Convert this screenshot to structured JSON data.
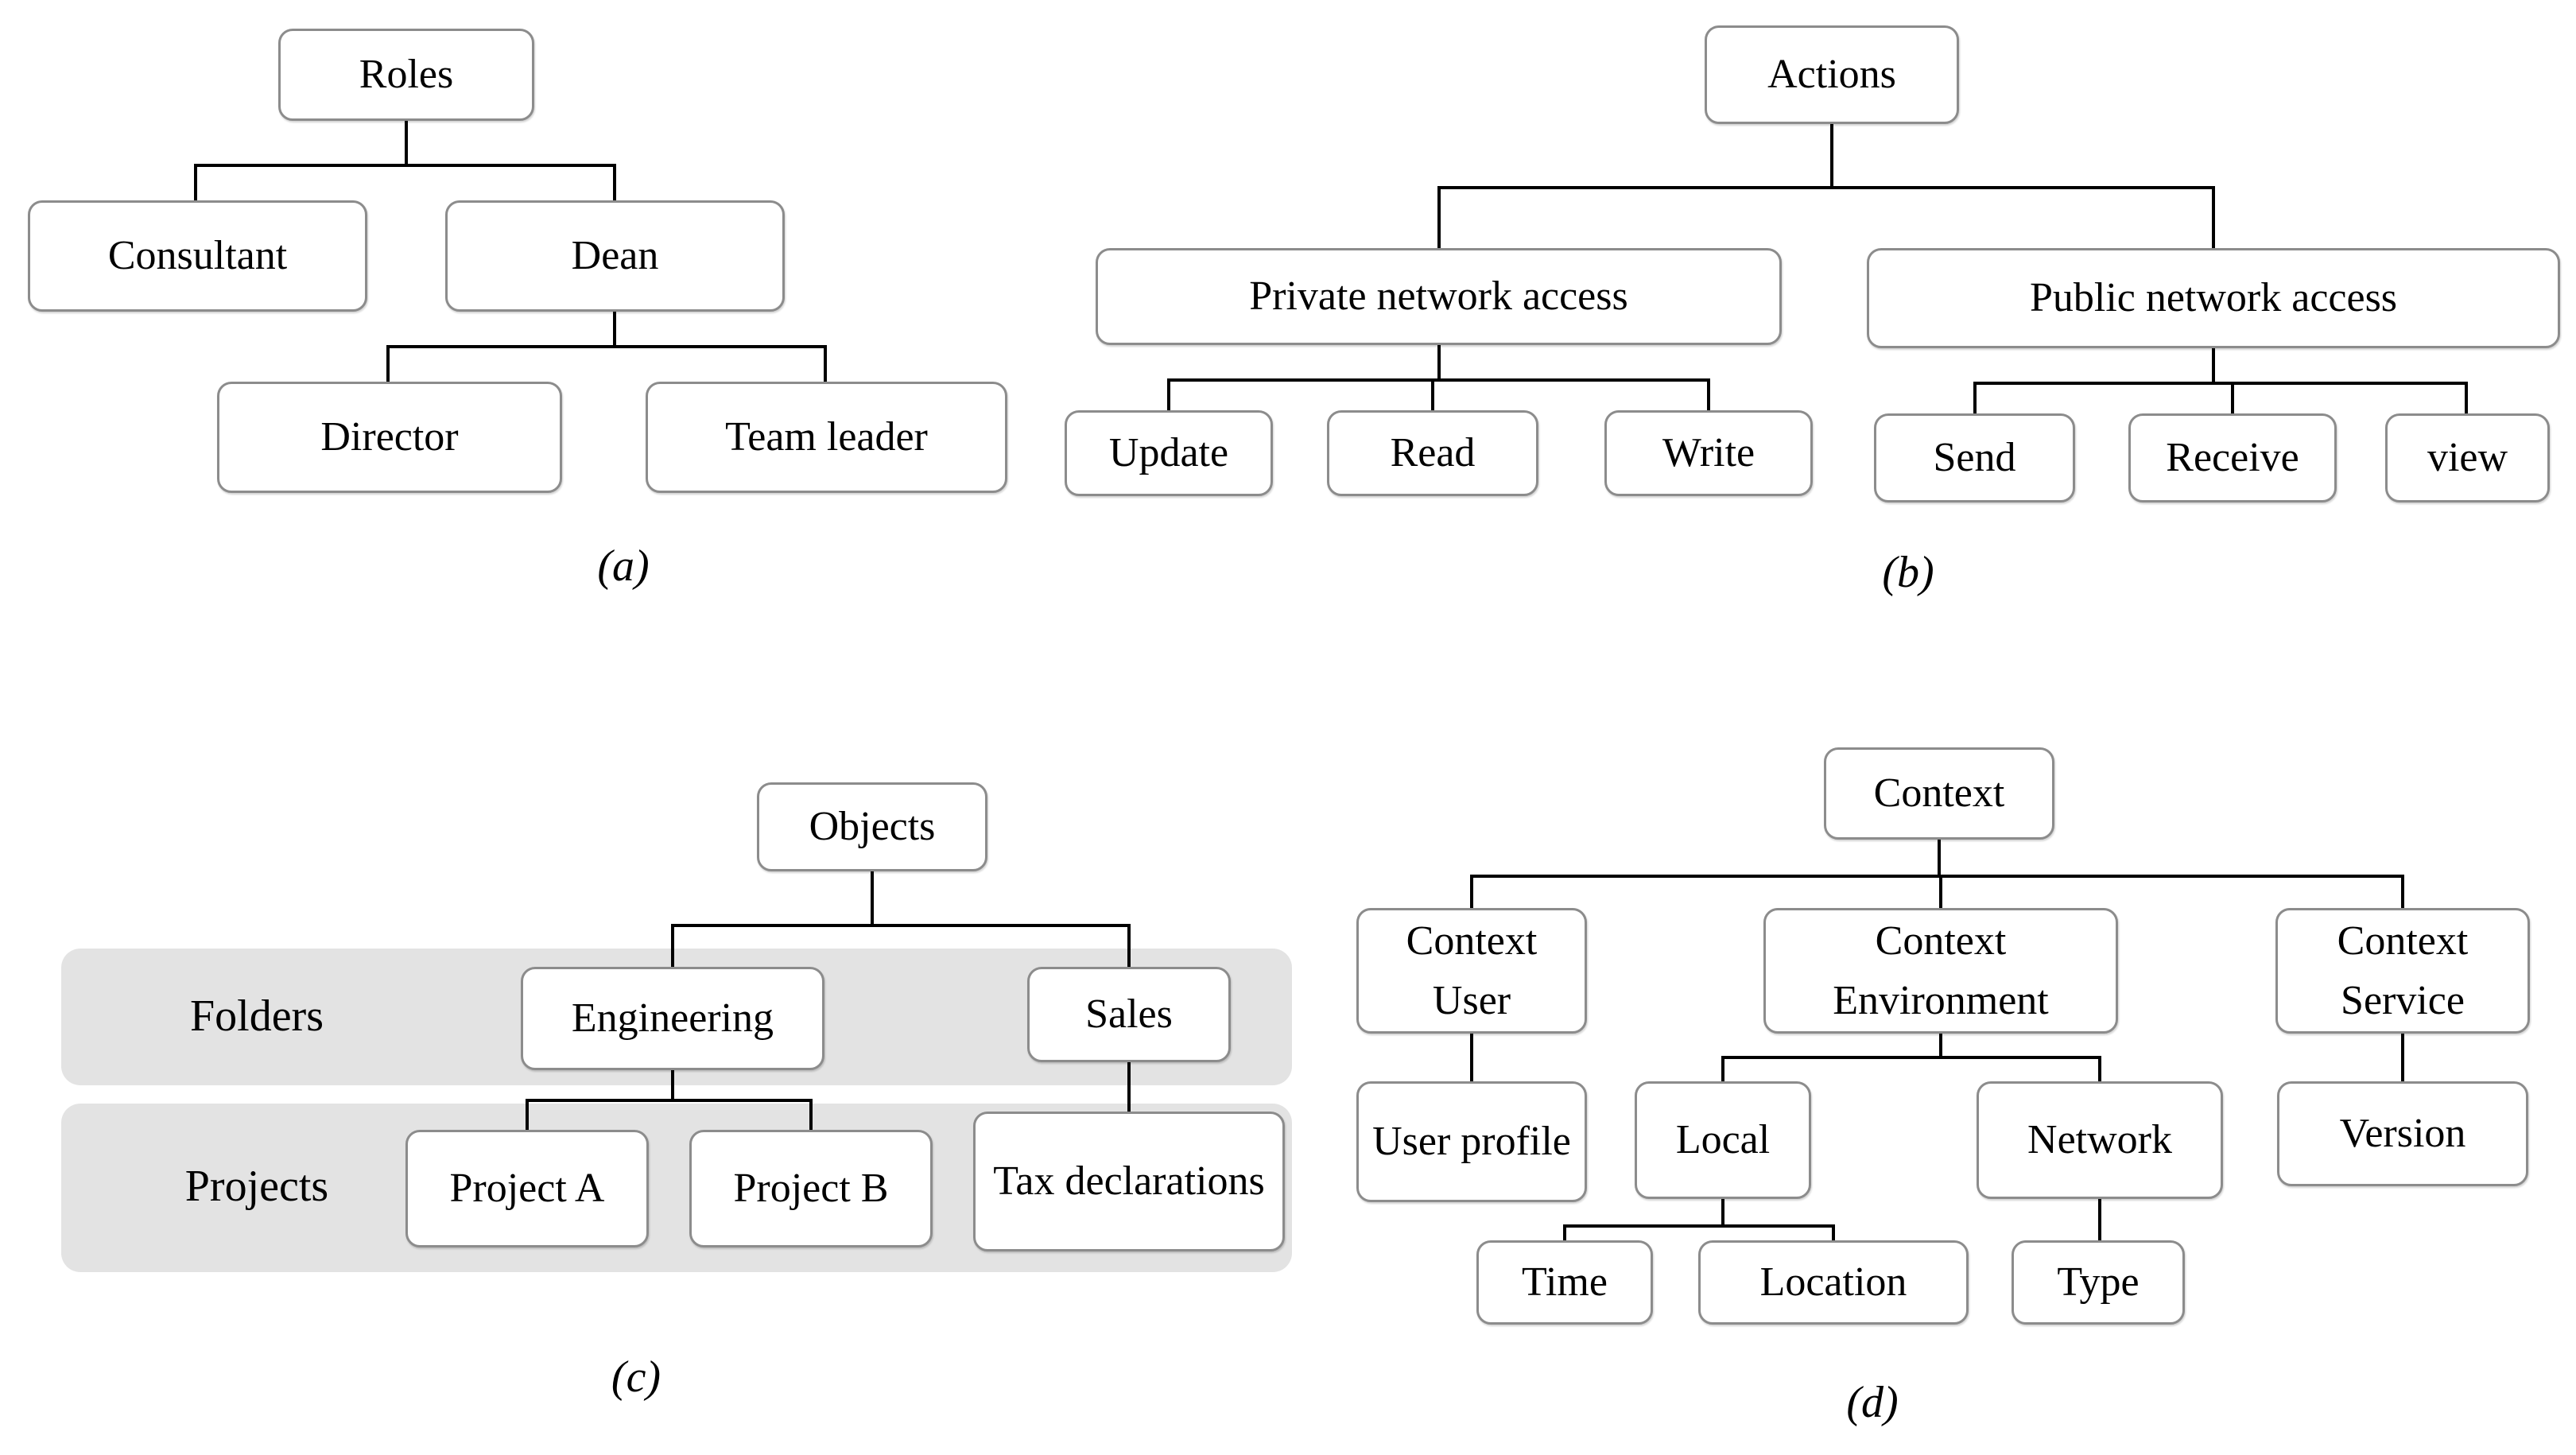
{
  "a": {
    "caption": "(a)",
    "nodes": {
      "roles": "Roles",
      "consultant": "Consultant",
      "dean": "Dean",
      "director": "Director",
      "team_leader": "Team leader"
    }
  },
  "b": {
    "caption": "(b)",
    "nodes": {
      "actions": "Actions",
      "private": "Private network access",
      "public": "Public network access",
      "update": "Update",
      "read": "Read",
      "write": "Write",
      "send": "Send",
      "receive": "Receive",
      "view": "view"
    }
  },
  "c": {
    "caption": "(c)",
    "row_labels": {
      "folders": "Folders",
      "projects": "Projects"
    },
    "nodes": {
      "objects": "Objects",
      "engineering": "Engineering",
      "sales": "Sales",
      "project_a": "Project A",
      "project_b": "Project B",
      "tax_declarations": "Tax declarations"
    }
  },
  "d": {
    "caption": "(d)",
    "nodes": {
      "context": "Context",
      "context_user": "Context User",
      "context_environment": "Context Environment",
      "context_service": "Context Service",
      "user_profile": "User profile",
      "local": "Local",
      "network": "Network",
      "version": "Version",
      "time": "Time",
      "location": "Location",
      "type": "Type"
    }
  },
  "colors": {
    "background": "#ffffff",
    "band_background": "#e3e3e3",
    "box_border": "#8c8c8c",
    "connector": "#000000",
    "text": "#000000"
  }
}
